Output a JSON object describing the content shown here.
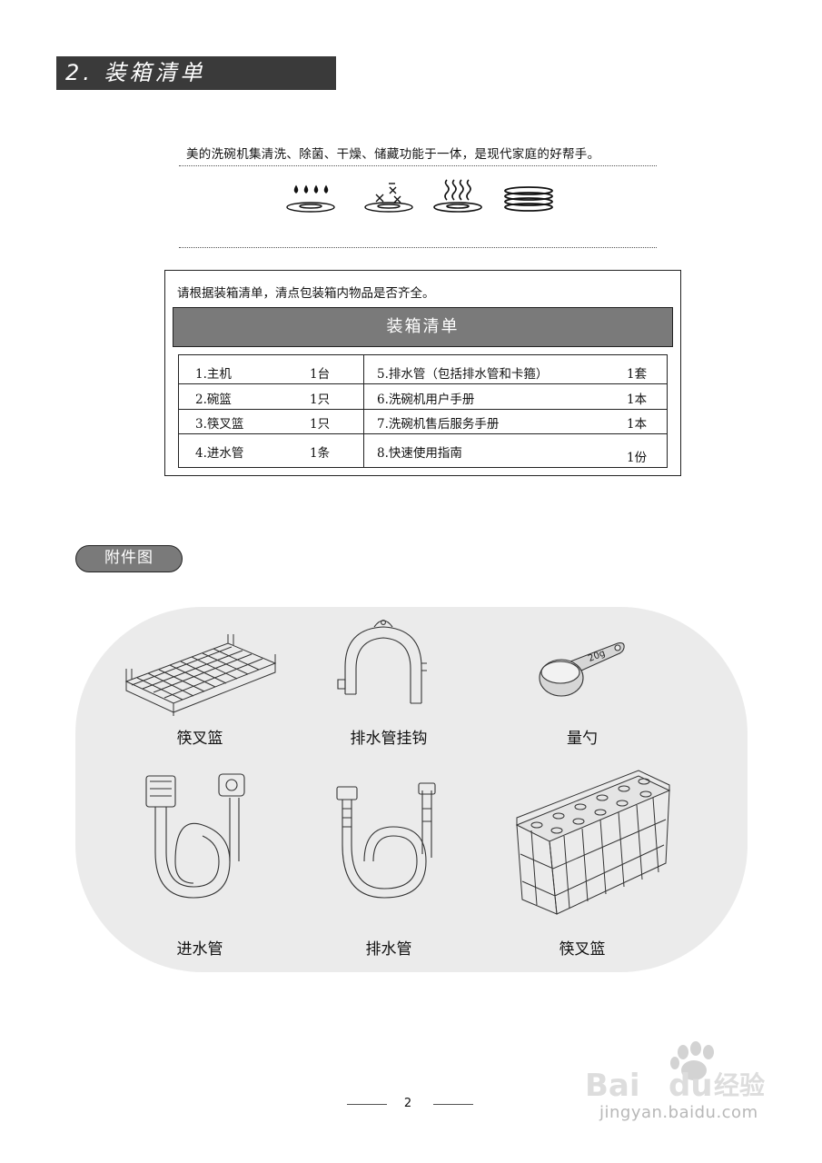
{
  "section": {
    "title": "2. 装箱清单"
  },
  "intro": {
    "text": "美的洗碗机集清洗、除菌、干燥、储藏功能于一体，是现代家庭的好帮手。"
  },
  "feature_icons": [
    "wash-icon",
    "sterilize-icon",
    "dry-icon",
    "storage-icon"
  ],
  "packing": {
    "instruction": "请根据装箱清单，清点包装箱内物品是否齐全。",
    "header": "装箱清单",
    "items": [
      {
        "name": "1.主机",
        "qty": "1台"
      },
      {
        "name": "2.碗篮",
        "qty": "1只"
      },
      {
        "name": "3.筷叉篮",
        "qty": "1只"
      },
      {
        "name": "4.进水管",
        "qty": "1条"
      },
      {
        "name": "5.排水管（包括排水管和卡箍）",
        "qty": "1套"
      },
      {
        "name": "6.洗碗机用户手册",
        "qty": "1本"
      },
      {
        "name": "7.洗碗机售后服务手册",
        "qty": "1本"
      },
      {
        "name": "8.快速使用指南",
        "qty": "1份"
      }
    ]
  },
  "accessories": {
    "tag": "附件图",
    "items": [
      {
        "label": "筷叉篮",
        "icon": "cutlery-rack-icon"
      },
      {
        "label": "排水管挂钩",
        "icon": "drain-hook-icon"
      },
      {
        "label": "量勺",
        "icon": "measuring-spoon-icon",
        "spoon_text": "20g"
      },
      {
        "label": "进水管",
        "icon": "inlet-hose-icon"
      },
      {
        "label": "排水管",
        "icon": "drain-hose-icon"
      },
      {
        "label": "筷叉篮",
        "icon": "cutlery-basket-icon"
      }
    ]
  },
  "footer": {
    "page_number": "2"
  },
  "watermark": {
    "brand": "Bai du 经验",
    "url": "jingyan.baidu.com"
  }
}
